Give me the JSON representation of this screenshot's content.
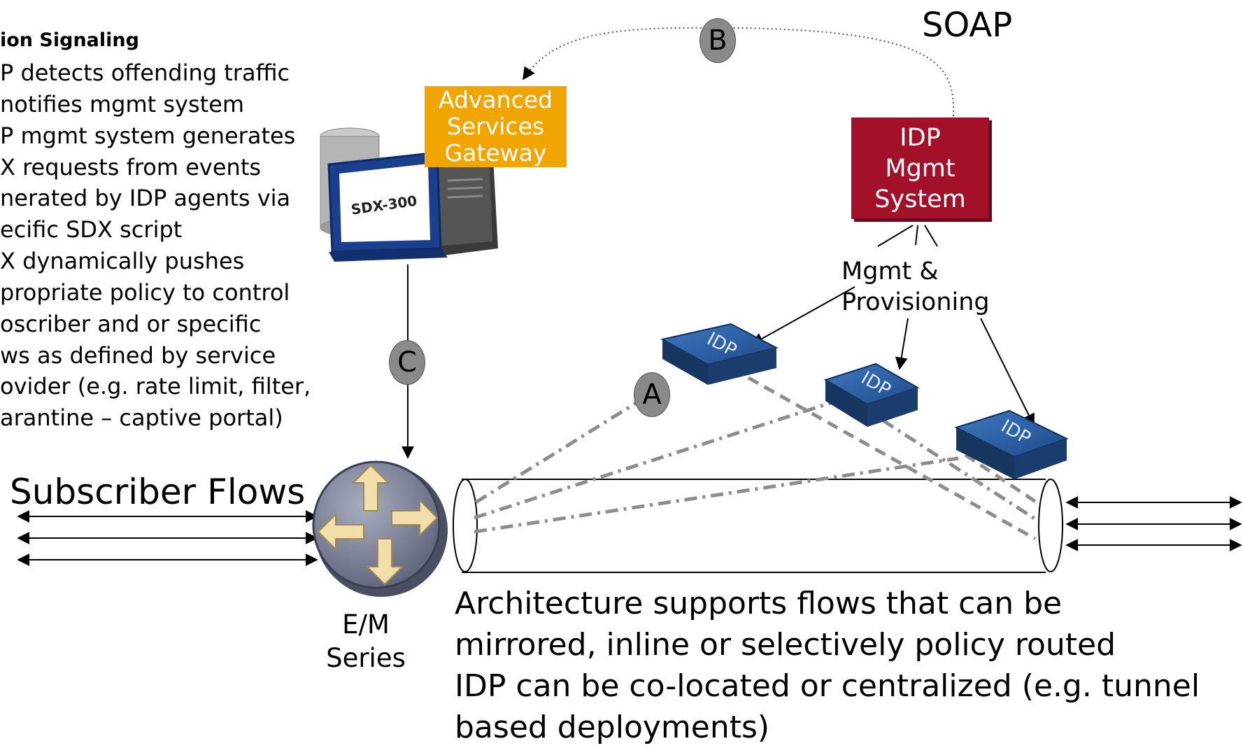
{
  "panel": {
    "title": "ion Signaling",
    "lines": [
      "P detects offending traffic",
      "notifies mgmt system",
      "P mgmt system generates",
      "X requests from events",
      "nerated by IDP agents via",
      "ecific SDX script",
      "X dynamically pushes",
      "propriate policy to control",
      "oscriber and or specific",
      "ws as defined by service",
      "ovider (e.g. rate limit, filter,",
      "arantine – captive portal)"
    ]
  },
  "soap_label": "SOAP",
  "badges": {
    "a": "A",
    "b": "B",
    "c": "C"
  },
  "gateway": {
    "lines": [
      "Advanced",
      "Services",
      "Gateway"
    ]
  },
  "sdx": {
    "label": "SDX-300"
  },
  "idp_mgmt": {
    "lines": [
      "IDP",
      "Mgmt",
      "System"
    ]
  },
  "mgmt_provisioning": {
    "lines": [
      "Mgmt &",
      "Provisioning"
    ]
  },
  "idp_device_label": "IDP",
  "subscriber_flows": "Subscriber Flows",
  "router": {
    "lines": [
      "E/M",
      "Series"
    ]
  },
  "architecture_text": [
    "Architecture supports flows that can be",
    "mirrored, inline or selectively policy routed",
    "IDP can be co-located or centralized (e.g. tunnel",
    "based deployments)"
  ],
  "colors": {
    "gateway": "#f0a500",
    "idp_mgmt": "#a3102a",
    "idp_device": "#1f4f8f",
    "badge": "#8a8a8a",
    "dashed_flow": "#8c8c8c"
  }
}
